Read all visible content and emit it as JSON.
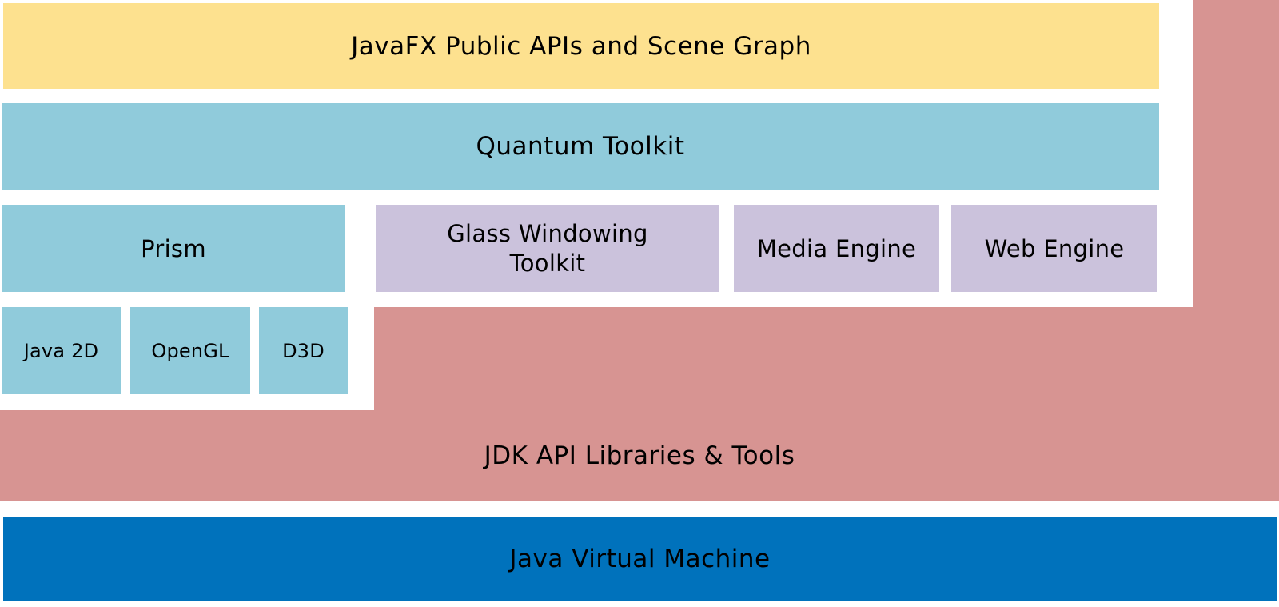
{
  "diagram": {
    "name": "JavaFX architecture stack diagram",
    "colors": {
      "top_api_bar": "#fde18f",
      "toolkit_bars": "#90cbdb",
      "engine_boxes": "#cbc2dc",
      "jdk_region": "#d79492",
      "jvm_bar": "#0072bc",
      "text": "#000000",
      "background": "#ffffff"
    },
    "blocks": {
      "javafx_api": "JavaFX Public APIs and Scene Graph",
      "quantum": "Quantum Toolkit",
      "prism": "Prism",
      "glass": "Glass Windowing Toolkit",
      "media": "Media Engine",
      "web": "Web Engine",
      "java2d": "Java 2D",
      "opengl": "OpenGL",
      "d3d": "D3D",
      "jdk": "JDK API Libraries & Tools",
      "jvm": "Java Virtual Machine"
    }
  }
}
